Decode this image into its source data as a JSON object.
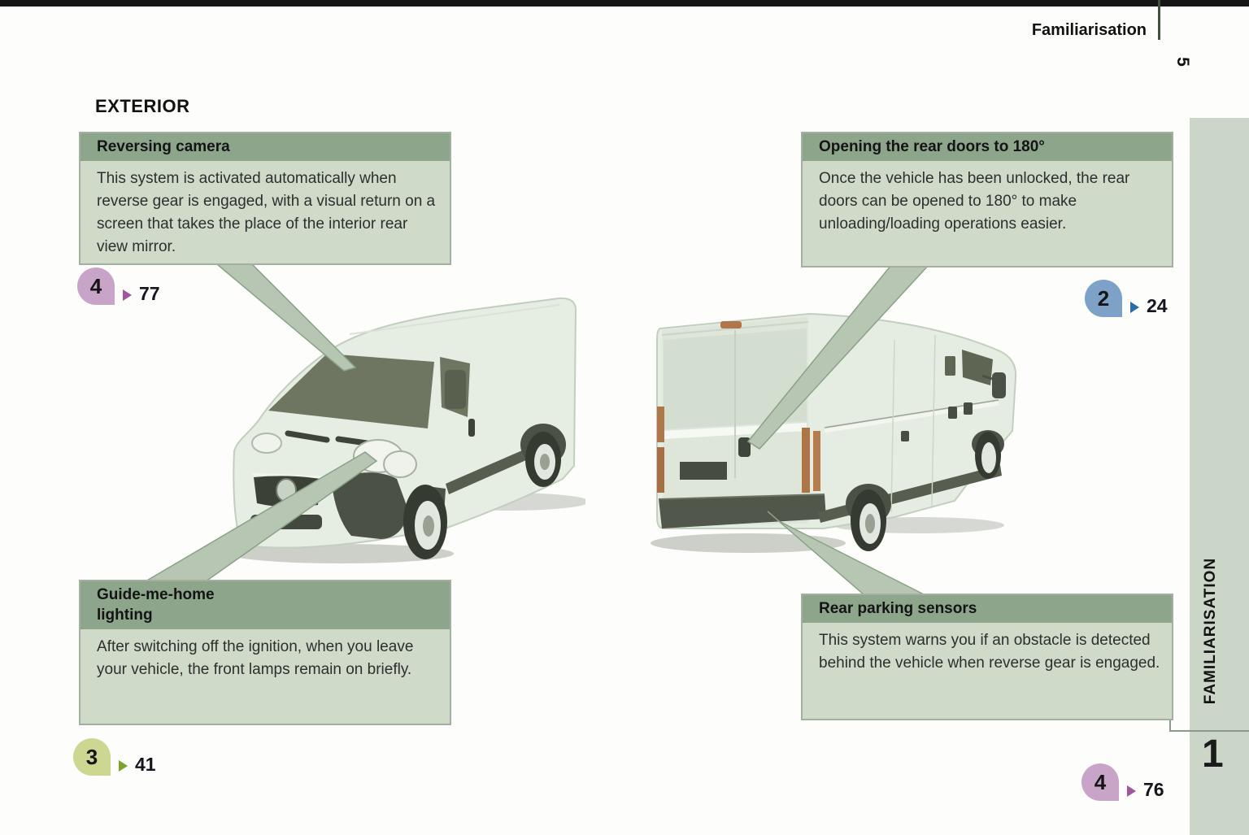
{
  "header": {
    "title": "Familiarisation",
    "page_number": "5"
  },
  "section_title": "EXTERIOR",
  "sidebar": {
    "tab_label": "FAMILIARISATION",
    "chapter_number": "1"
  },
  "callouts": [
    {
      "title": "Reversing camera",
      "body": "This system is activated automatically when reverse gear is engaged, with a visual return on a screen that takes the place of the interior rear view mirror.",
      "badge": "4",
      "page_ref": "77",
      "badge_color": "#c8a5c8",
      "arrow_color": "#a1569d",
      "points_to": "windscreen of front van"
    },
    {
      "title": "Opening the rear doors to 180°",
      "body": "Once the vehicle has been unlocked, the rear doors can be opened to 180° to make unloading/loading operations easier.",
      "badge": "2",
      "page_ref": "24",
      "badge_color": "#7ea1c8",
      "arrow_color": "#2c6ca8",
      "points_to": "rear door handle of rear van"
    },
    {
      "title": "Guide-me-home\nlighting",
      "body": "After switching off the ignition, when you leave your vehicle, the front lamps remain on briefly.",
      "badge": "3",
      "page_ref": "41",
      "badge_color": "#cdd792",
      "arrow_color": "#7fa22e",
      "points_to": "front headlamp of front van"
    },
    {
      "title": "Rear parking sensors",
      "body": "This system warns you if an obstacle is detected behind the vehicle when reverse gear is engaged.",
      "badge": "4",
      "page_ref": "76",
      "badge_color": "#c8a5c8",
      "arrow_color": "#a1569d",
      "points_to": "rear bumper of rear van"
    }
  ],
  "colors": {
    "callout_header_bg": "#8ca58b",
    "callout_body_bg": "#cfdac9",
    "callout_border": "#a3b0a1",
    "side_strip_bg": "#ccd6c8",
    "wedge_fill": "#b7c6b3",
    "wedge_stroke": "#8aa188",
    "top_bar": "#161616",
    "van_body": "#e6ede3",
    "van_glass": "#6e7561",
    "van_rust_trim": "#b07748"
  }
}
